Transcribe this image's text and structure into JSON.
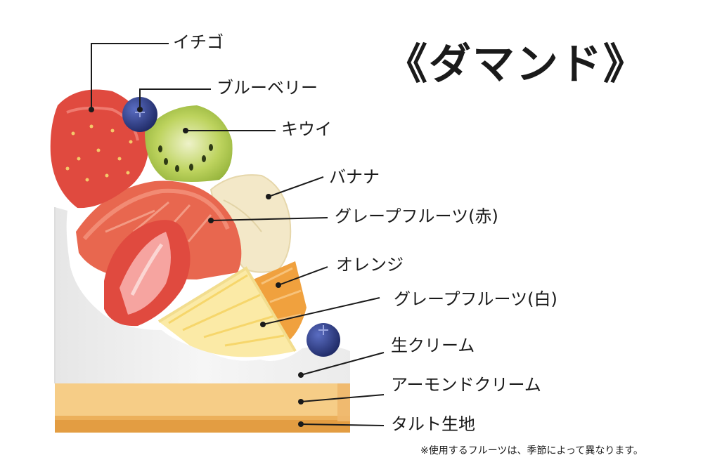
{
  "title": "《ダマンド》",
  "labels": {
    "strawberry": "イチゴ",
    "blueberry": "ブルーベリー",
    "kiwi": "キウイ",
    "banana": "バナナ",
    "grapefruit_red": "グレープフルーツ(赤)",
    "orange": "オレンジ",
    "grapefruit_white": "グレープフルーツ(白)",
    "fresh_cream": "生クリーム",
    "almond_cream": "アーモンドクリーム",
    "tart_crust": "タルト生地"
  },
  "footnote": "※使用するフルーツは、季節によって異なります。",
  "colors": {
    "strawberry": "#e04a3f",
    "blueberry": "#2f3f86",
    "kiwi": "#a9c64a",
    "banana": "#f3e9cc",
    "grapefruit_red": "#e8674f",
    "orange": "#f0a13e",
    "grapefruit_white": "#fbeaa6",
    "cream": "#f2f2f2",
    "almond_cream": "#f6d08d",
    "tart": "#e9a84b"
  }
}
